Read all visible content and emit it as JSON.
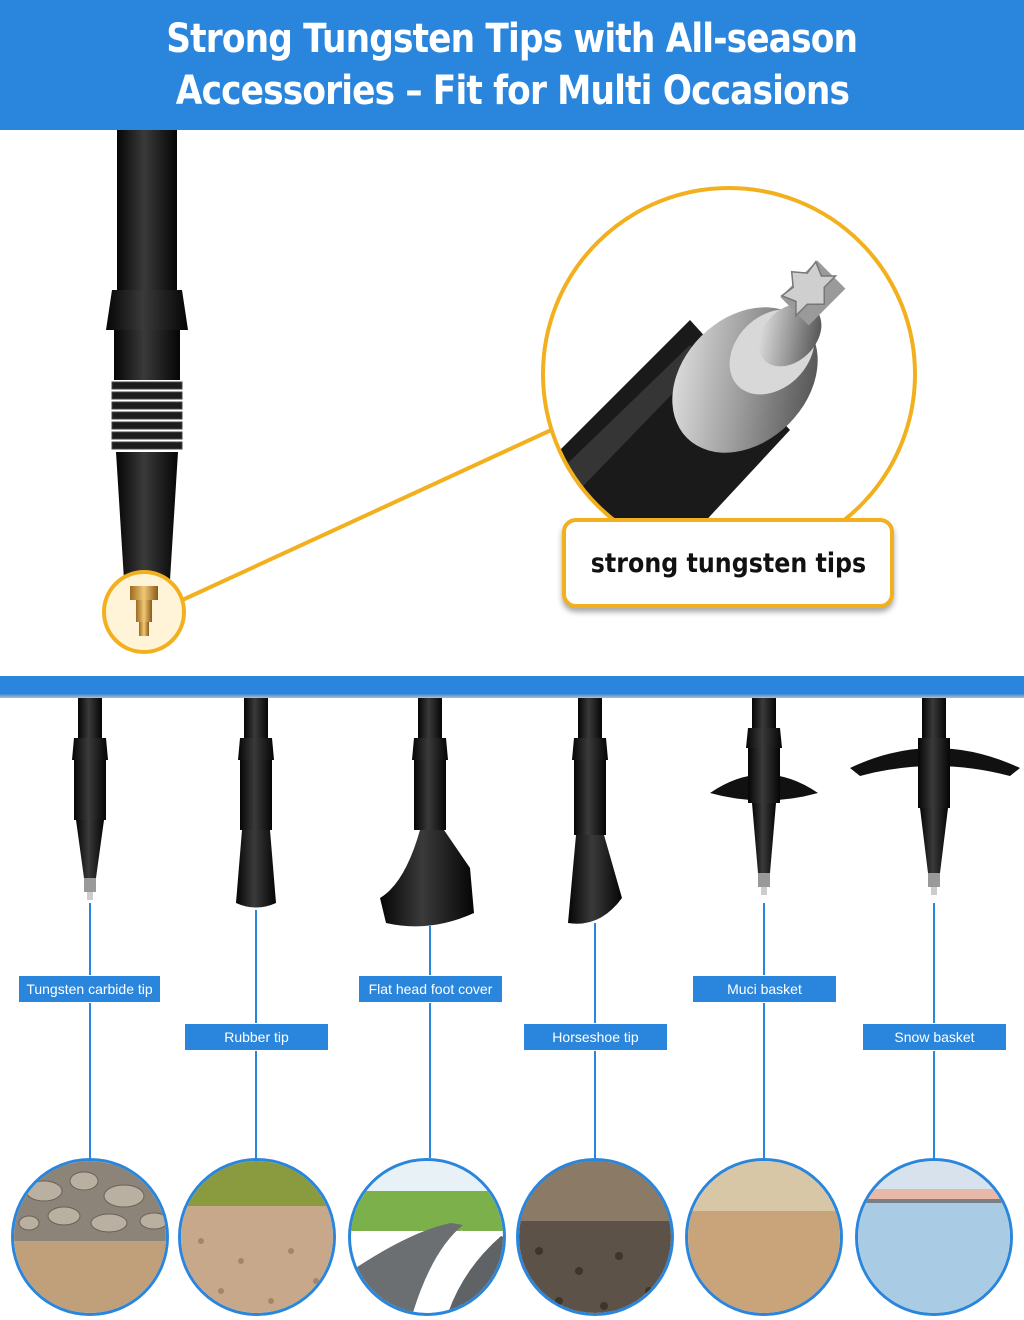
{
  "header": {
    "line1": "Strong Tungsten Tips with All-season",
    "line2": "Accessories – Fit for Multi Occasions"
  },
  "callout": {
    "label": "strong tungsten tips"
  },
  "accessories": [
    {
      "label": "Tungsten carbide tip",
      "icon": "tungsten-tip-icon",
      "terrain": "rocky-ground"
    },
    {
      "label": "Rubber tip",
      "icon": "rubber-tip-icon",
      "terrain": "gravel-field"
    },
    {
      "label": "Flat head foot cover",
      "icon": "flat-foot-cover-icon",
      "terrain": "asphalt-road"
    },
    {
      "label": "Horseshoe tip",
      "icon": "horseshoe-tip-icon",
      "terrain": "dirt-gravel"
    },
    {
      "label": "Muci basket",
      "icon": "mud-basket-icon",
      "terrain": "sand"
    },
    {
      "label": "Snow basket",
      "icon": "snow-basket-icon",
      "terrain": "snow-ice"
    }
  ],
  "colors": {
    "brand_blue": "#2a86dc",
    "accent_gold": "#f2b01e",
    "pole_black": "#111111"
  }
}
